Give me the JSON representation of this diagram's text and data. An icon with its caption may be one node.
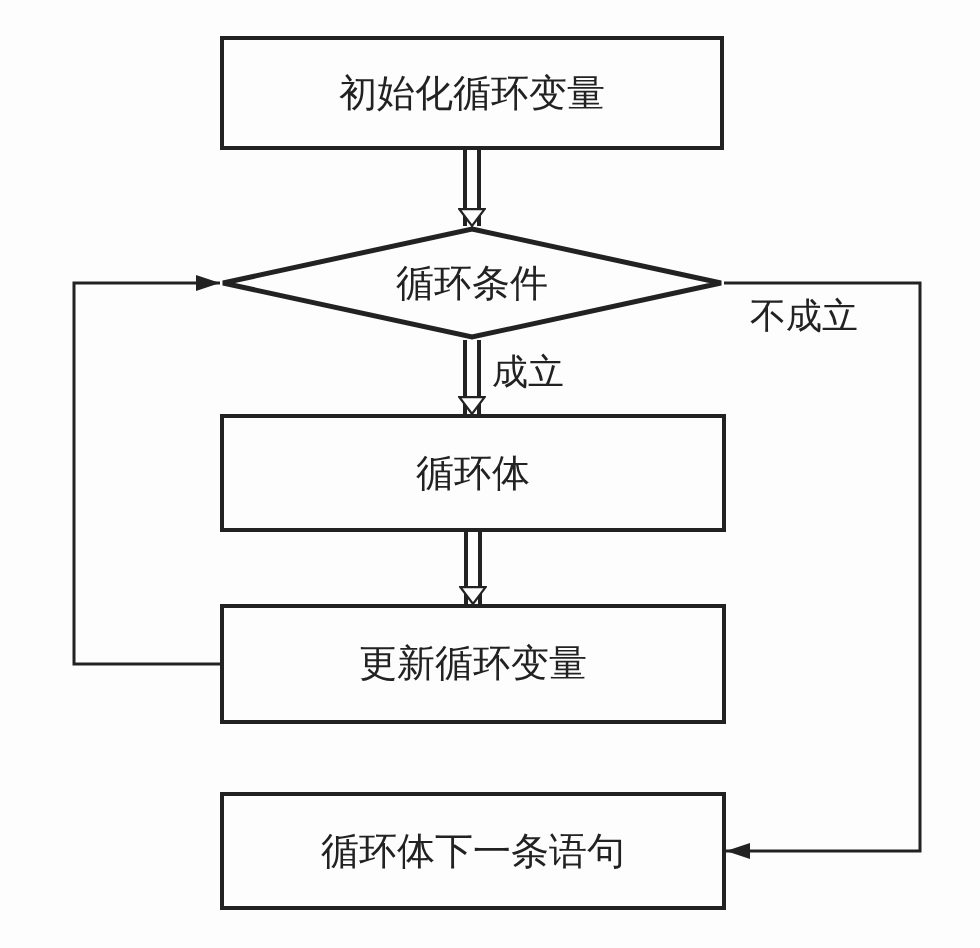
{
  "diagram": {
    "nodes": [
      {
        "text": [
          "初始化循环变量"
        ]
      },
      {
        "text": [
          "循环条件"
        ]
      },
      {
        "text": [
          "循环体"
        ]
      },
      {
        "text": [
          "更新循环变量"
        ]
      },
      {
        "text": [
          "循环体下一条语句"
        ]
      }
    ],
    "edges": [
      {
        "from": 0,
        "to": 1,
        "arrow": "to",
        "style": "thick"
      },
      {
        "from": 1,
        "to": 2,
        "arrow": "to",
        "label": "成立",
        "style": "thick"
      },
      {
        "from": 2,
        "to": 3,
        "arrow": "to",
        "style": "thick"
      },
      {
        "from": 3,
        "to": 1,
        "arrow": "to"
      },
      {
        "from": 1,
        "to": 4,
        "arrow": "to",
        "label": "不成立"
      }
    ]
  }
}
